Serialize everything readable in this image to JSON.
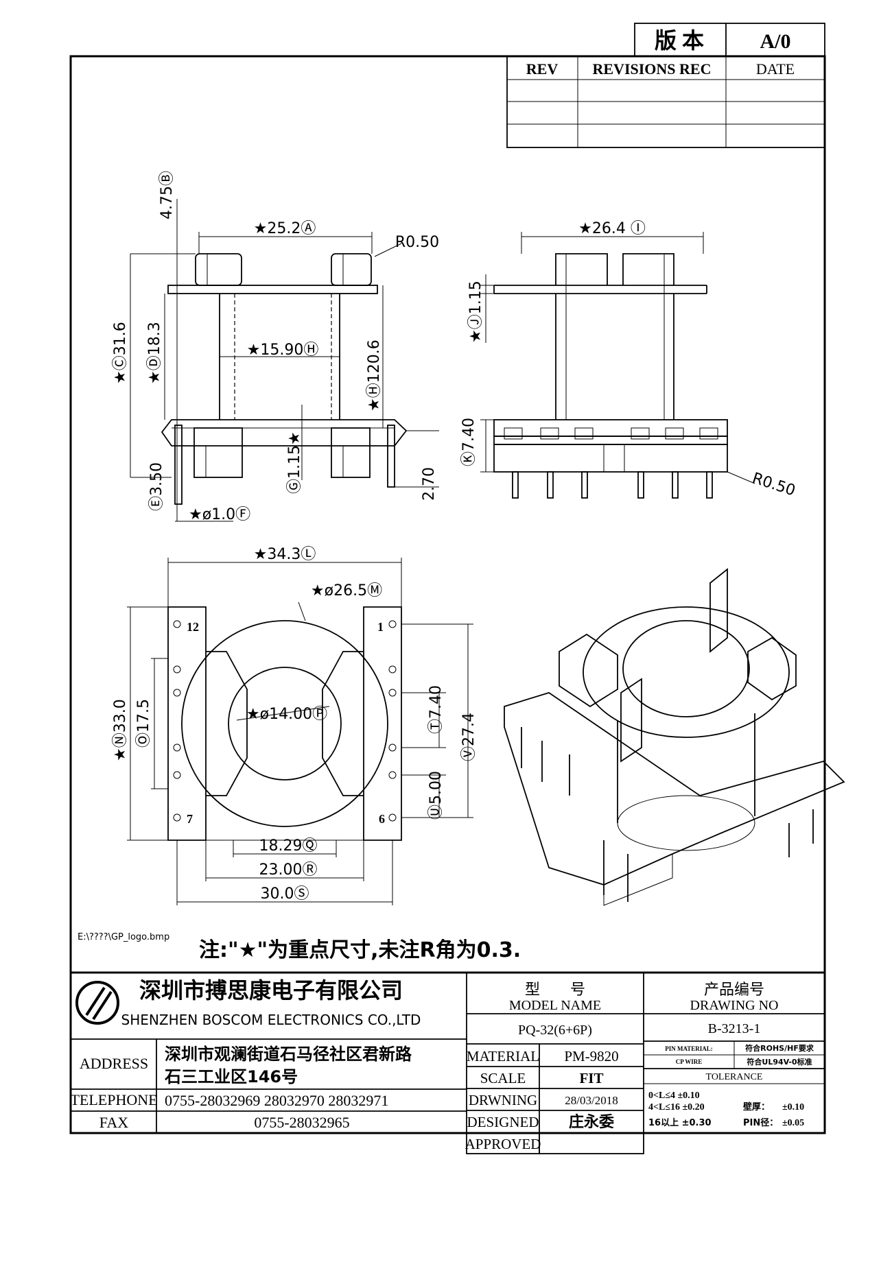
{
  "version_label": "版 本",
  "version_value": "A/0",
  "revisions": {
    "headers": [
      "REV",
      "REVISIONS REC",
      "DATE"
    ]
  },
  "dims": {
    "A": "★25.2Ⓐ",
    "B": "4.75Ⓑ",
    "C": "★Ⓒ31.6",
    "D": "★Ⓓ18.3",
    "E": "Ⓔ3.50",
    "F": "★ø1.0Ⓕ",
    "G": "Ⓖ1.15★",
    "H": "★15.90Ⓗ",
    "H1": "★Ⓗ120.6",
    "R1": "R0.50",
    "R2": "R0.50",
    "I": "★26.4 Ⓘ",
    "J": "★Ⓙ1.15",
    "K": "Ⓚ7.40",
    "d270": "2.70",
    "L": "★34.3Ⓛ",
    "M": "★ø26.5Ⓜ",
    "N": "★Ⓝ33.0",
    "O": "Ⓞ17.5",
    "P": "★ø14.00Ⓟ",
    "T": "Ⓣ7.40",
    "U": "Ⓤ5.00",
    "V": "Ⓥ27.4",
    "Q": "18.29Ⓠ",
    "R": "23.00Ⓡ",
    "S": "30.0Ⓢ",
    "pin12": "12",
    "pin1": "1",
    "pin7": "7",
    "pin6": "6"
  },
  "logo_path": "E:\\????\\GP_logo.bmp",
  "note": "注:\"★\"为重点尺寸,未注R角为0.3.",
  "company": {
    "name_cn": "深圳市搏思康电子有限公司",
    "name_en": "SHENZHEN BOSCOM ELECTRONICS CO.,LTD"
  },
  "title_block": {
    "model_cn": "型　　号",
    "model_en": "MODEL NAME",
    "model_value": "PQ-32(6+6P)",
    "drawing_cn": "产品编号",
    "drawing_en": "DRAWING NO",
    "drawing_value": "B-3213-1",
    "address_label": "ADDRESS",
    "address_line1": "深圳市观澜街道石马径社区君新路",
    "address_line2": "石三工业区146号",
    "telephone_label": "TELEPHONE",
    "telephone_value": "0755-28032969 28032970 28032971",
    "fax_label": "FAX",
    "fax_value": "0755-28032965",
    "material_label": "MATERIAL",
    "material_value": "PM-9820",
    "scale_label": "SCALE",
    "scale_value": "FIT",
    "drawing_label": "DRWNING",
    "drawing_date": "28/03/2018",
    "designed_label": "DESIGNED",
    "designed_value": "庄永委",
    "approved_label": "APPROVED",
    "pin_material_label": "PIN MATERIAL:",
    "pin_material_value": "CP WIRE",
    "rohs_value": "符合ROHS/HF要求",
    "ul_value": "符合UL94V-0标准",
    "tolerance_label": "TOLERANCE",
    "tol1": "0<L≤4  ±0.10",
    "tol2": "4<L≤16  ±0.20",
    "tol3": "16以上    ±0.30",
    "wall_label": "壁厚：",
    "wall_value": "±0.10",
    "pin_dia_label": "PIN径：",
    "pin_dia_value": "±0.05"
  }
}
